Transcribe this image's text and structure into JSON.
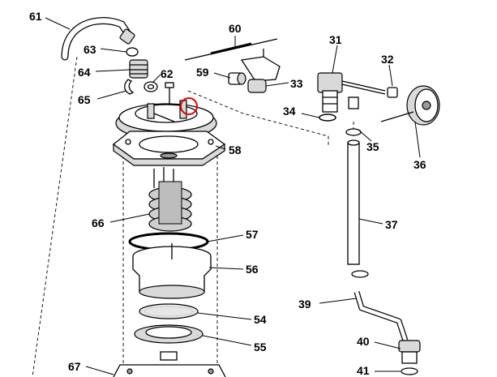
{
  "diagram": {
    "labels": {
      "p31": "31",
      "p32": "32",
      "p33": "33",
      "p34": "34",
      "p35": "35",
      "p36": "36",
      "p37": "37",
      "p39": "39",
      "p40": "40",
      "p41": "41",
      "p54": "54",
      "p55": "55",
      "p56": "56",
      "p57": "57",
      "p58": "58",
      "p59": "59",
      "p60": "60",
      "p61": "61",
      "p62": "62",
      "p63": "63",
      "p64": "64",
      "p65": "65",
      "p66": "66",
      "p67": "67"
    },
    "highlight_color": "#e00000"
  }
}
